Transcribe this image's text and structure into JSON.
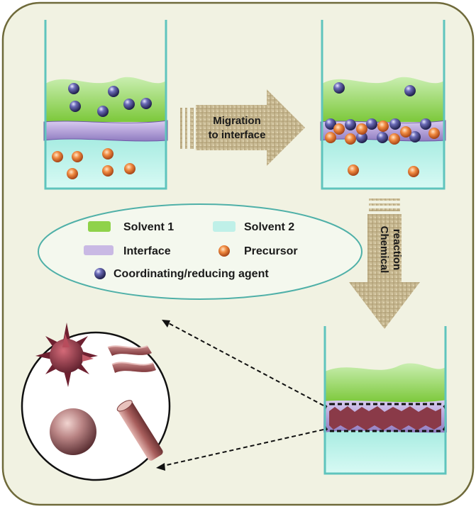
{
  "arrows": {
    "migration_line1": "Migration",
    "migration_line2": "to interface",
    "reaction_line1": "Chemical",
    "reaction_line2": "reaction"
  },
  "legend": {
    "solvent1": "Solvent 1",
    "solvent2": "Solvent 2",
    "interface": "Interface",
    "precursor": "Precursor",
    "agent": "Coordinating/reducing agent"
  },
  "colors": {
    "background": "#f1f2e2",
    "frame_border": "#6f6a3a",
    "solvent1": "#8fd24a",
    "solvent2": "#bff0e8",
    "interface": "#c9b9e4",
    "beaker_wall": "#5fc4bd",
    "arrow_fill": "#c7b58c",
    "legend_ellipse": "#4fb0a8",
    "agent": "#3b3a78",
    "precursor": "#d06a2a",
    "product": "#8a3a48"
  },
  "icons": {
    "agent": "dark-blue-sphere",
    "precursor": "orange-sphere",
    "products": [
      "spiky-sphere-particle",
      "nanosheet-particle",
      "sphere-particle",
      "nanorod-particle"
    ]
  }
}
